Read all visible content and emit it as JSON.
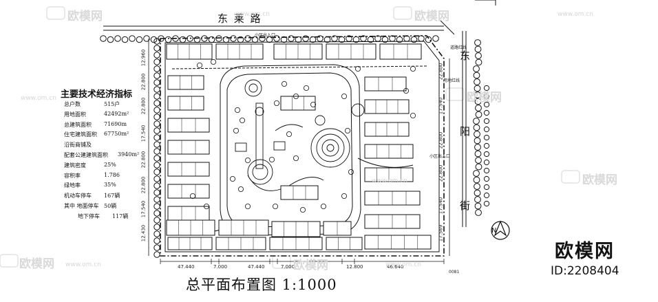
{
  "street_top": "东 莱 路",
  "street_right": [
    "东",
    "阳",
    "街"
  ],
  "index_title": "主要技术经济指标",
  "index_rows": [
    {
      "k": "总户数",
      "v": "515户"
    },
    {
      "k": "用地面积",
      "v": "42492m²"
    },
    {
      "k": "总建筑面积",
      "v": "71690m"
    },
    {
      "k": "住宅建筑面积",
      "v": "67750m²"
    },
    {
      "k": "沿街商铺及",
      "v": ""
    },
    {
      "k": "配套公建建筑面积",
      "v": "3940m²"
    },
    {
      "k": "建筑密度",
      "v": "25%"
    },
    {
      "k": "容积率",
      "v": "1.786"
    },
    {
      "k": "绿地率",
      "v": "35%"
    },
    {
      "k": "机动车停车",
      "v": "167辆"
    },
    {
      "k": "其中  地面停车",
      "v": "50辆"
    },
    {
      "k": "地下停车",
      "v": "117辆"
    }
  ],
  "plan_title": "总平面布置图    1:1000",
  "brand": "欧模网",
  "brand_id": "ID:2208404",
  "watermark": "欧模网",
  "watermark_url": "www.om.cn",
  "bottom_dims": [
    "47.440",
    "7.000",
    "47.440",
    "7.000",
    "12.800",
    "46.640"
  ],
  "left_dims": [
    "12.960",
    "22.800",
    "22.800",
    "17.540",
    "22.800",
    "22.800",
    "17.540",
    "12.430"
  ],
  "right_dims": [
    "22.800",
    "17.540",
    "22.800",
    "22.800",
    "17.540",
    "17.569"
  ],
  "labels": {
    "redline_a": "道路红线",
    "redline_b": "用地红线",
    "entry": "小区出入口",
    "north": "N",
    "corner_code": "0081"
  },
  "colors": {
    "line": "#111111",
    "bg": "#ffffff",
    "watermark": "#d9d9d9"
  }
}
